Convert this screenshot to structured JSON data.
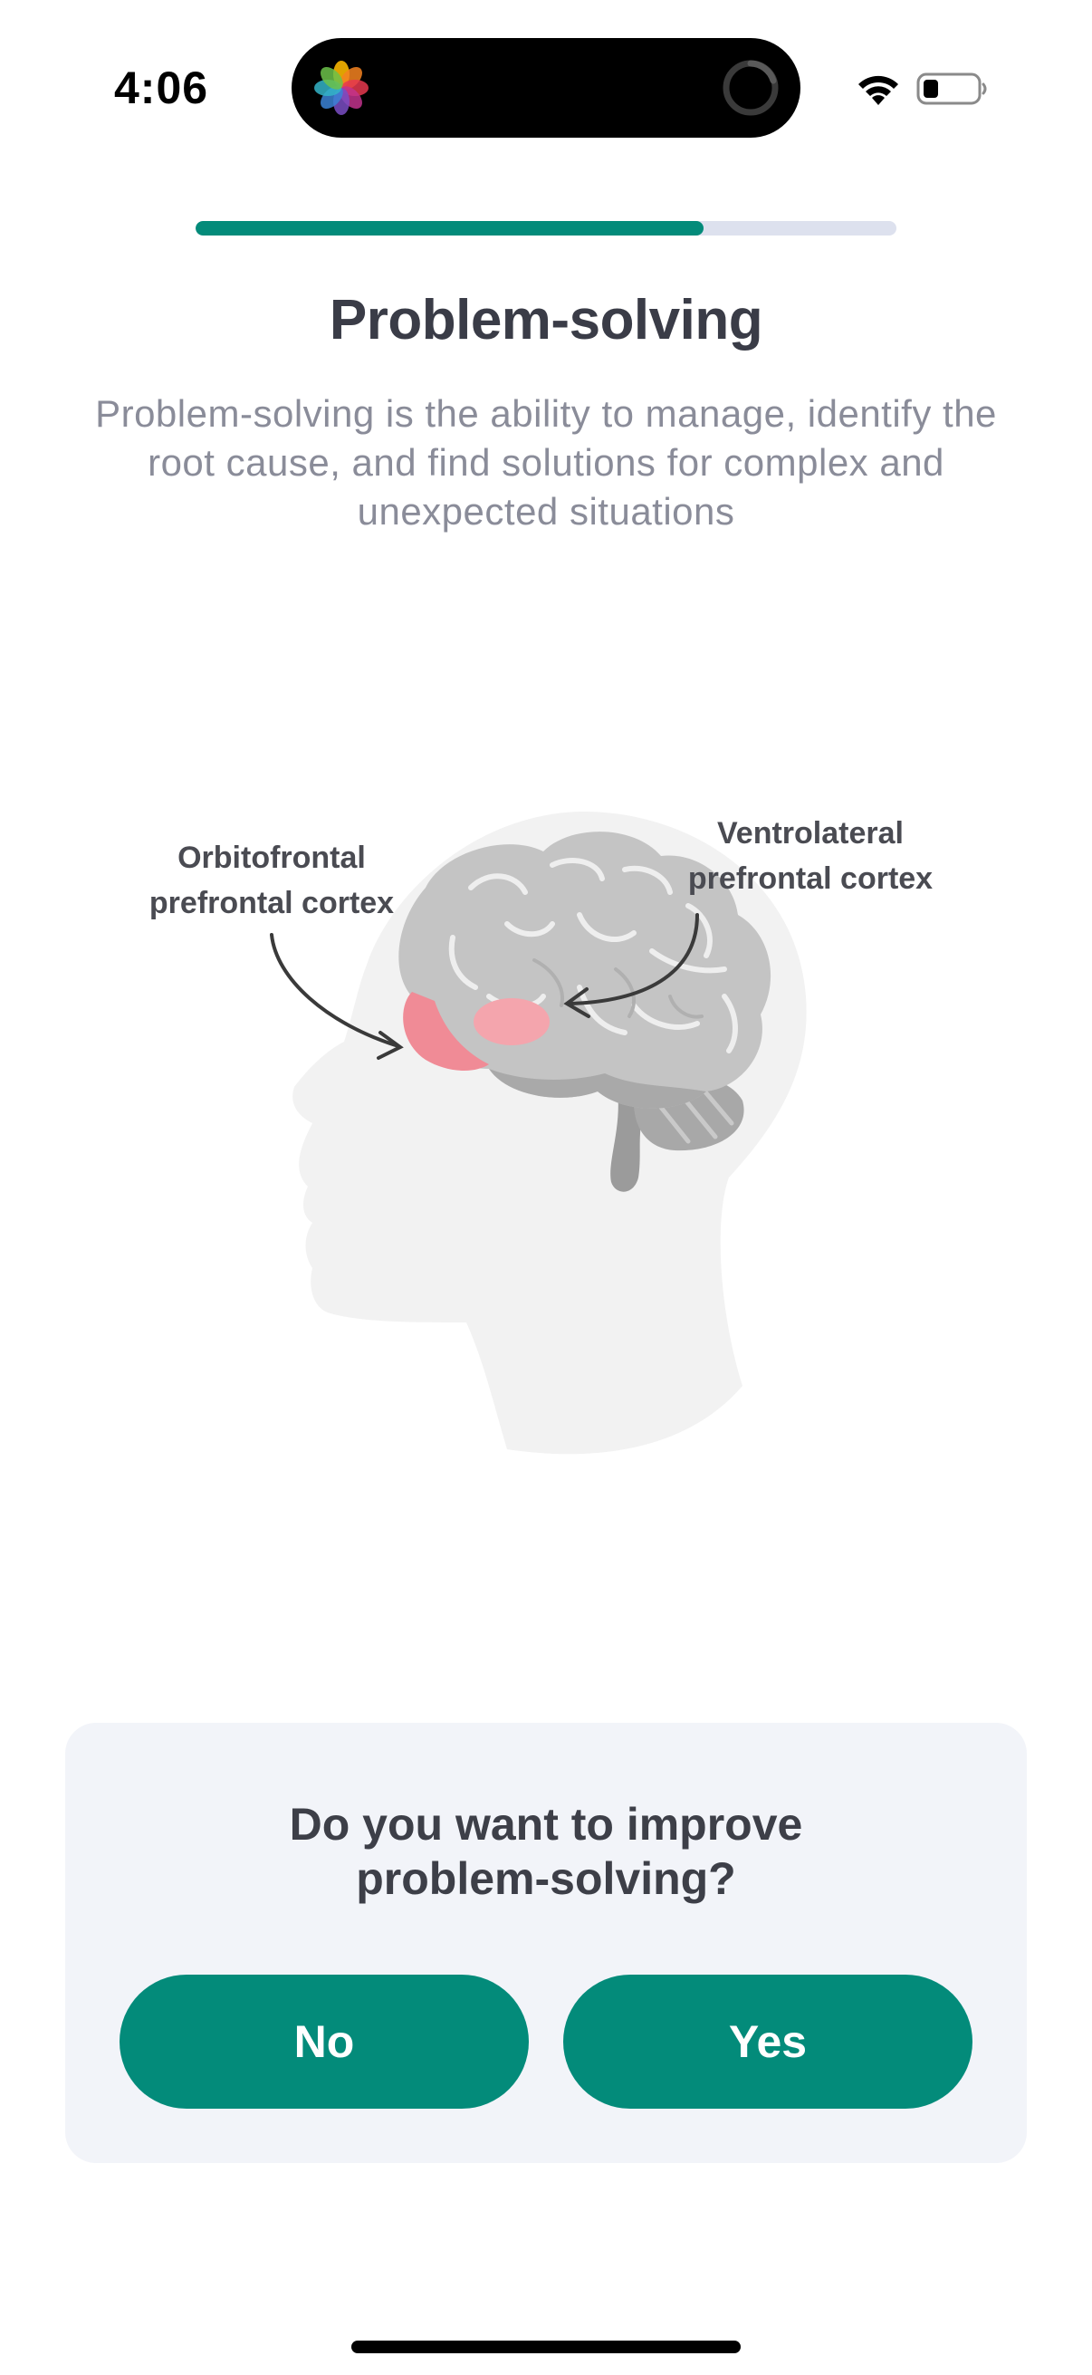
{
  "status_bar": {
    "time": "4:06",
    "icons": [
      "photos-app-icon",
      "activity-spinner-icon",
      "wifi-icon",
      "battery-icon"
    ]
  },
  "progress": {
    "fraction": 0.725
  },
  "page": {
    "title": "Problem-solving",
    "description": "Problem-solving is the ability to manage, identify the root cause, and find solutions for complex and unexpected situations"
  },
  "illustration": {
    "label_left_line1": "Orbitofrontal",
    "label_left_line2": "prefrontal cortex",
    "label_right_line1": "Ventrolateral",
    "label_right_line2": "prefrontal cortex",
    "icons": [
      "head-silhouette-icon",
      "brain-icon",
      "arrow-icon"
    ]
  },
  "question": {
    "line1": "Do you want to improve",
    "line2": "problem-solving?",
    "no_label": "No",
    "yes_label": "Yes"
  },
  "colors": {
    "accent": "#038b7a",
    "track": "#dde1ee",
    "card": "#f2f4f9",
    "highlight": "#f08b96"
  }
}
